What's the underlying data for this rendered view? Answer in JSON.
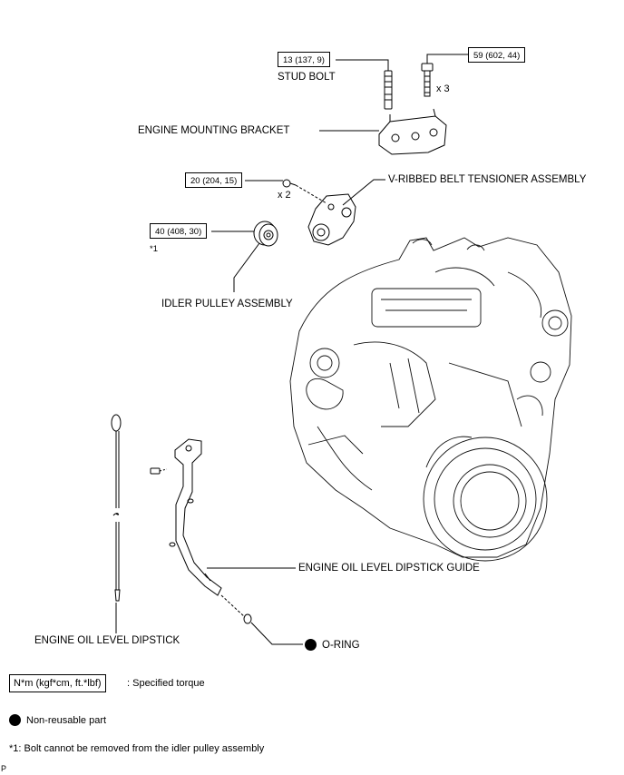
{
  "torques": {
    "stud_bolt": "13 (137, 9)",
    "bracket_bolt": "59 (602, 44)",
    "tensioner_bolt": "20 (204, 15)",
    "idler_bolt": "40 (408, 30)"
  },
  "quantities": {
    "bracket_bolt": "x 3",
    "tensioner_bolt": "x 2"
  },
  "footnote_marker": "*1",
  "labels": {
    "stud_bolt": "STUD BOLT",
    "engine_mounting_bracket": "ENGINE MOUNTING BRACKET",
    "v_ribbed_belt_tensioner": "V-RIBBED BELT TENSIONER ASSEMBLY",
    "idler_pulley": "IDLER PULLEY ASSEMBLY",
    "dipstick_guide": "ENGINE OIL LEVEL DIPSTICK GUIDE",
    "dipstick": "ENGINE OIL LEVEL DIPSTICK",
    "o_ring": "O-RING"
  },
  "legend": {
    "torque_unit": "N*m (kgf*cm, ft.*lbf)",
    "torque_desc": ": Specified torque",
    "non_reusable": "Non-reusable part",
    "note_1": "*1: Bolt cannot be removed from the idler pulley assembly"
  },
  "corner_mark": "P"
}
